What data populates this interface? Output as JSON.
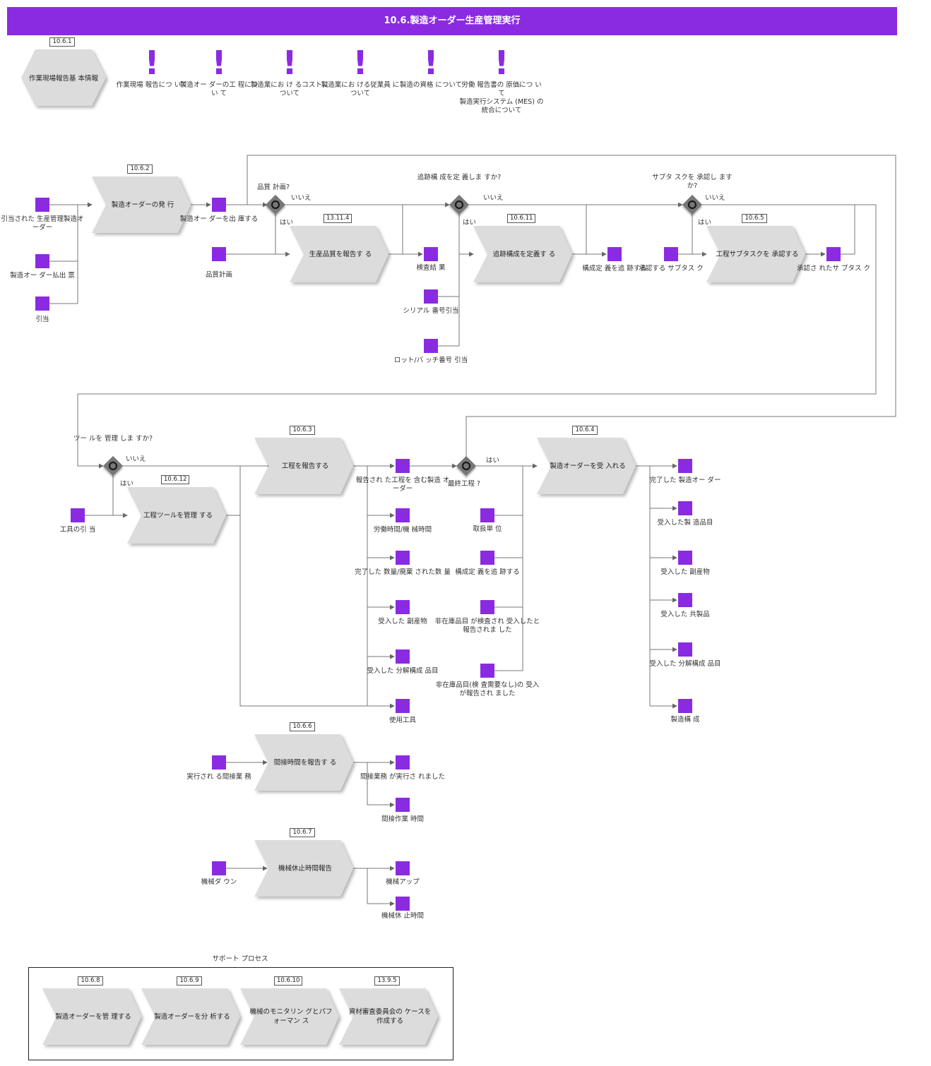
{
  "title": "10.6.製造オーダー生産管理実行",
  "colors": {
    "accent": "#8a2be2",
    "process": "#dcdcdc",
    "gateway": "#777777"
  },
  "overview": {
    "badge": "10.6.1",
    "label": "作業現場報告基 本情報",
    "notes": [
      "作業現場 報告につ いて",
      "製造オー ダーの工 程につい て",
      "製造業にお け るコストについて",
      "製造業にお ける従業員 について",
      "製造の資格 について",
      "労働 報告書の 原価につ いて",
      "製造実行システム (MES) の統合について"
    ]
  },
  "processes": {
    "release": {
      "badge": "10.6.2",
      "label": "製造オーダーの発 行"
    },
    "quality": {
      "badge": "13.11.4",
      "label": "生産品質を報告す る"
    },
    "trace": {
      "badge": "10.6.11",
      "label": "追跡構成を定義す る"
    },
    "subtask": {
      "badge": "10.6.5",
      "label": "工程サブタスクを 承認する"
    },
    "operation": {
      "badge": "10.6.3",
      "label": "工程を報告する"
    },
    "tool": {
      "badge": "10.6.12",
      "label": "工程ツールを管理 する"
    },
    "receive": {
      "badge": "10.6.4",
      "label": "製造オーダーを受 入れる"
    },
    "indirect": {
      "badge": "10.6.6",
      "label": "間接時間を報告す る"
    },
    "downtime": {
      "badge": "10.6.7",
      "label": "機械休止時間報告"
    }
  },
  "gateways": {
    "quality_q": "品質 計画?",
    "trace_q": "追跡構 成を定 義しま すか?",
    "subtask_q": "サブタ スクを 承認し ますか?",
    "tool_q": "ツー ルを 管理 しま すか?",
    "last_q": "最終工程 ?",
    "yes": "はい",
    "no": "いいえ"
  },
  "objects": {
    "allocated_order": "引当された 生産管理製造オーダー",
    "pick_list": "製造オー ダー払出 票",
    "allocation": "引当",
    "released_order": "製造オー ダーを出 庫する",
    "quality_plan": "品質計画",
    "inspection_result": "検査結 果",
    "serial_alloc": "シリアル 番号引当",
    "lot_alloc": "ロット/バ ッチ番号 引当",
    "trace_def": "構成定 義を追 跡する",
    "approve_subtask": "承認する サブタス ク",
    "approved_subtask": "承認さ れたサ ブタス ク",
    "tool_alloc": "工具の引 当",
    "reported_op": "報告され た工程を 含む製造 オーダー",
    "labor_time": "労働時間/機 械時間",
    "qty_done": "完了した 数量/廃棄 された数 量",
    "received_byproduct": "受入した 副産物",
    "received_breakdown": "受入した 分解構成 品目",
    "used_tool": "使用工具",
    "handling_unit": "取扱単 位",
    "trace_def2": "構成定 義を追 跡する",
    "non_stock_inspected": "非在庫品目 が検査され 受入したと 報告されま した",
    "non_stock_noinsp": "非在庫品目(検 査需要なし)の 受入が報告され ました",
    "completed_order": "完了した 製造オー ダー",
    "received_item": "受入した製 造品目",
    "received_byproduct2": "受入した 副産物",
    "received_coproduct": "受入した 共製品",
    "received_breakdown2": "受入した 分解構成 品目",
    "mfg_config": "製造構 成",
    "indirect_done": "実行され る間接業 務",
    "indirect_executed": "間接業務 が実行さ れました",
    "indirect_time": "間接作業 時間",
    "machine_down": "機械ダ ウン",
    "machine_up": "機械アップ",
    "machine_down_time": "機械休 止時間"
  },
  "support": {
    "title": "サポート プロセス",
    "items": [
      {
        "badge": "10.6.8",
        "label": "製造オーダーを管 理する"
      },
      {
        "badge": "10.6.9",
        "label": "製造オーダーを分 析する"
      },
      {
        "badge": "10.6.10",
        "label": "機械のモニタリン グとパフォーマン ス"
      },
      {
        "badge": "13.9.5",
        "label": "資材審査委員会の ケースを作成する"
      }
    ]
  }
}
